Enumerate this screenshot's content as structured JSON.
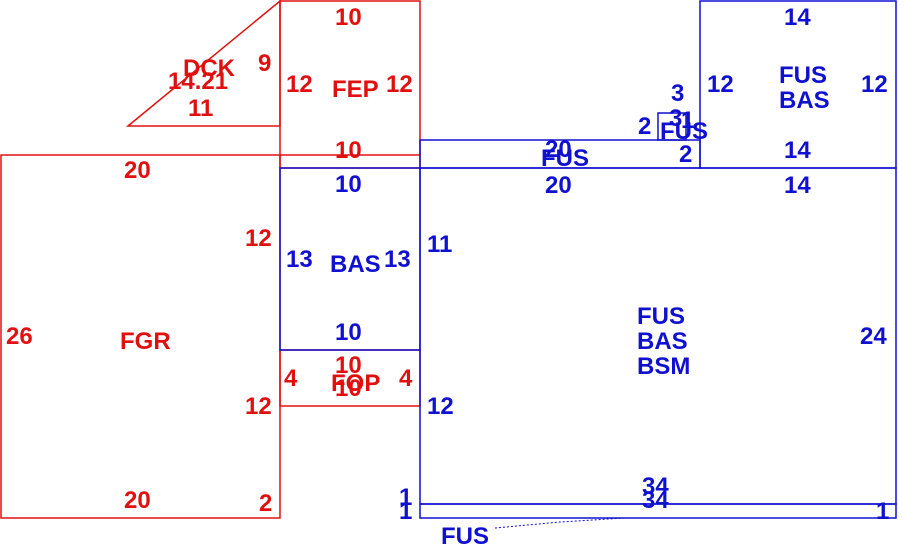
{
  "colors": {
    "red": "#e01010",
    "blue": "#1010d0"
  },
  "areas": {
    "dck": {
      "label": "DCK",
      "dims": [
        "14.21",
        "11",
        "9"
      ]
    },
    "fep": {
      "label": "FEP",
      "dims": [
        "10",
        "12",
        "12",
        "10"
      ]
    },
    "fgr": {
      "label": "FGR",
      "dims": [
        "20",
        "12",
        "26",
        "12",
        "20",
        "2"
      ]
    },
    "bas_left": {
      "label": "BAS",
      "dims": [
        "10",
        "13",
        "13",
        "10"
      ]
    },
    "fop": {
      "label": "FOP",
      "dims": [
        "10",
        "4",
        "4",
        "10"
      ]
    },
    "fus_small_top": {
      "label": "FUS",
      "dims": [
        "20",
        "20"
      ]
    },
    "fus_small_box": {
      "label": "FUS",
      "dims": [
        "3",
        "3",
        "1",
        "2",
        "2"
      ]
    },
    "upper_right": {
      "label_line1": "FUS",
      "label_line2": "BAS",
      "dims": [
        "14",
        "12",
        "12",
        "14",
        "14"
      ]
    },
    "main": {
      "label_line1": "FUS",
      "label_line2": "BAS",
      "label_line3": "BSM",
      "dims": [
        "11",
        "24",
        "12",
        "34"
      ]
    },
    "bottom_strip": {
      "label": "FUS",
      "dims": [
        "34",
        "1",
        "1",
        "1"
      ]
    }
  }
}
